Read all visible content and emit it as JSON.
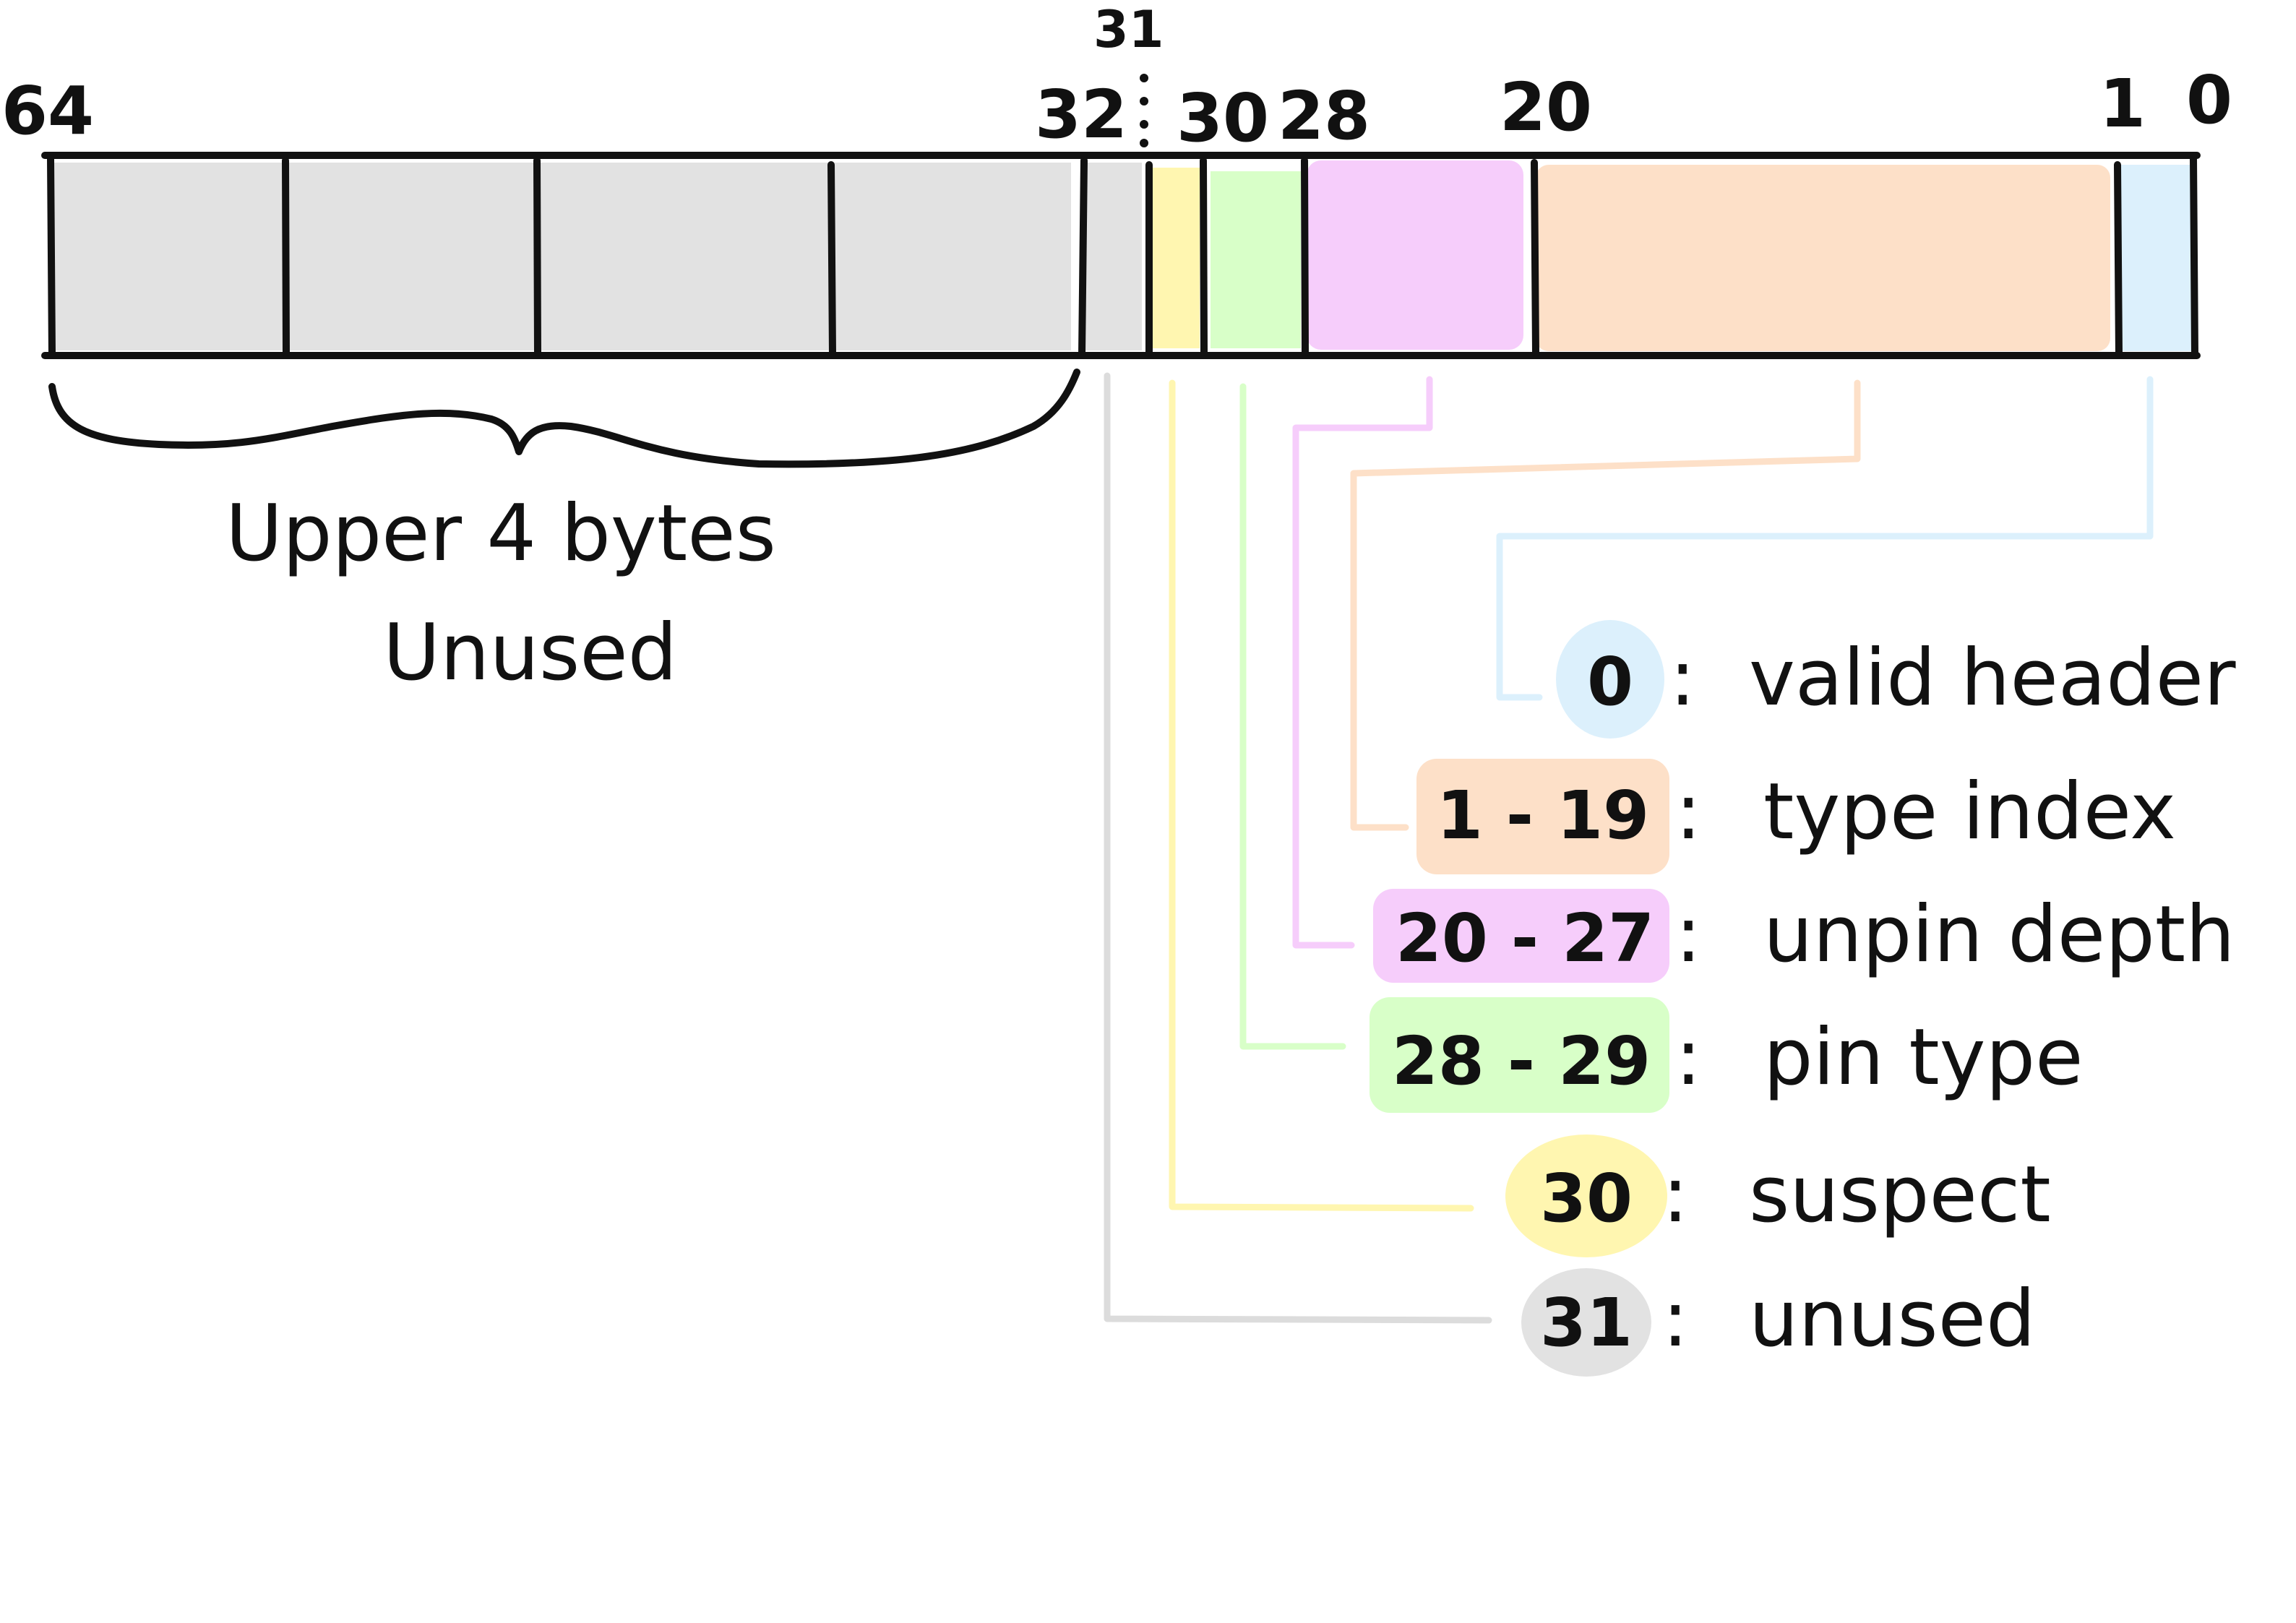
{
  "bit_labels": {
    "b64": "64",
    "b32": "32",
    "b31": "31",
    "b30": "30",
    "b28": "28",
    "b20": "20",
    "b1": "1",
    "b0": "0"
  },
  "note": {
    "line1": "Upper 4 bytes",
    "line2": "Unused"
  },
  "colors": {
    "unused_gray": "#e2e2e2",
    "unused_leader": "#dcdcdc",
    "suspect_yellow": "#fff6b0",
    "pin_type_green": "#d8ffc8",
    "unpin_depth_pink": "#f6cdfb",
    "type_index_peach": "#fde0c8",
    "valid_header_blue": "#dcf0fc",
    "ink": "#111111"
  },
  "legend": [
    {
      "key": "valid_header",
      "range": "0",
      "colon": ":",
      "desc": "valid header",
      "color": "#dcf0fc"
    },
    {
      "key": "type_index",
      "range": "1 - 19",
      "colon": ":",
      "desc": "type index",
      "color": "#fde0c8"
    },
    {
      "key": "unpin_depth",
      "range": "20 - 27",
      "colon": ":",
      "desc": "unpin depth",
      "color": "#f6cdfb"
    },
    {
      "key": "pin_type",
      "range": "28 - 29",
      "colon": ":",
      "desc": "pin type",
      "color": "#d8ffc8"
    },
    {
      "key": "suspect",
      "range": "30",
      "colon": ":",
      "desc": "suspect",
      "color": "#fff6b0"
    },
    {
      "key": "unused",
      "range": "31",
      "colon": ":",
      "desc": "unused",
      "color": "#e2e2e2"
    }
  ]
}
